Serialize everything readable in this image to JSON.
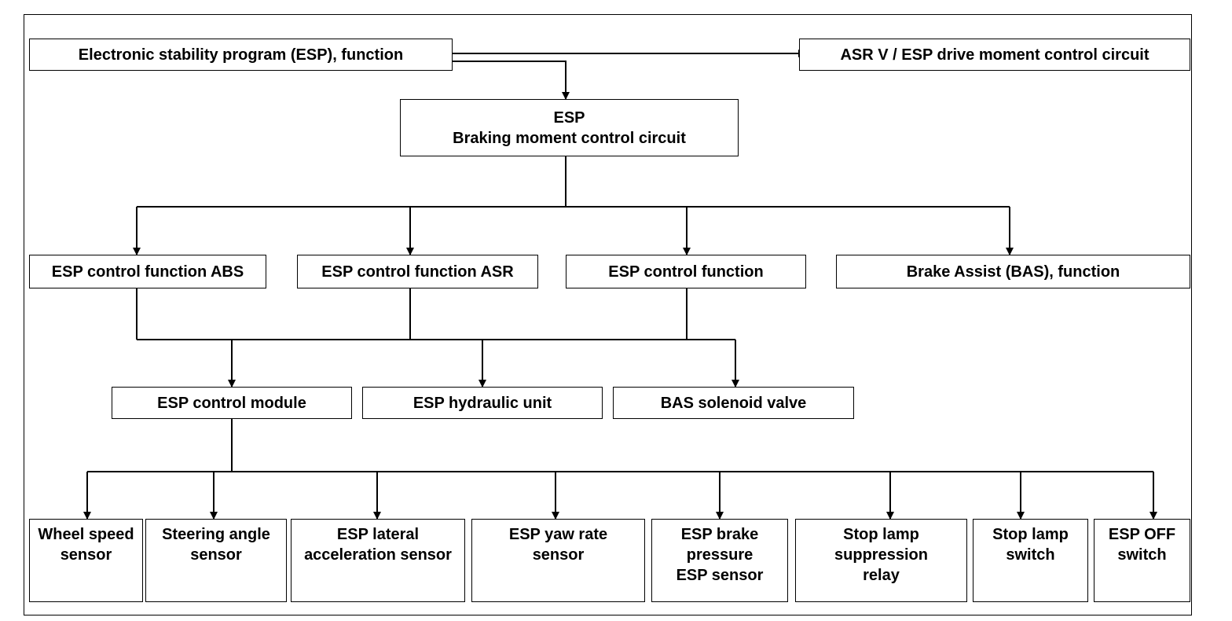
{
  "nodes": {
    "esp_function": "Electronic stability program (ESP), function",
    "asr_circuit": "ASR V / ESP drive moment control circuit",
    "braking_circuit": "ESP\nBraking moment control circuit",
    "abs": "ESP control function ABS",
    "asr": "ESP control function ASR",
    "esp_control": "ESP control function",
    "bas_function": "Brake Assist (BAS), function",
    "control_module": "ESP control module",
    "hydraulic_unit": "ESP hydraulic unit",
    "bas_valve": "BAS solenoid valve",
    "wheel_speed": "Wheel speed\nsensor",
    "steering_angle": "Steering angle\nsensor",
    "lateral_accel": "ESP lateral\nacceleration sensor",
    "yaw_rate": "ESP yaw rate\nsensor",
    "brake_pressure": "ESP brake\npressure\nESP sensor",
    "stop_lamp_relay": "Stop lamp\nsuppression\nrelay",
    "stop_lamp_switch": "Stop lamp\nswitch",
    "esp_off": "ESP OFF\nswitch"
  }
}
